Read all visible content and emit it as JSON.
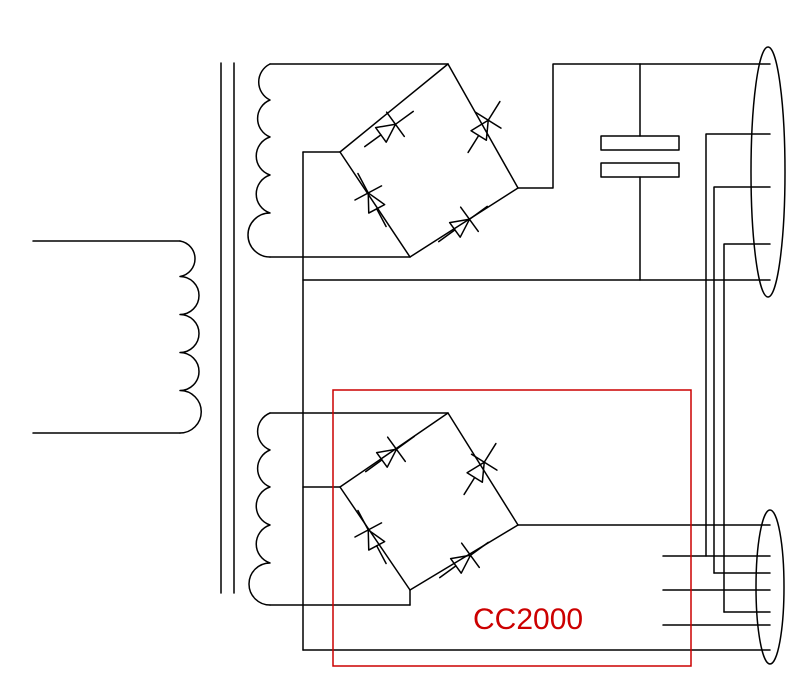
{
  "diagram": {
    "module_label": "CC2000",
    "colors": {
      "wire": "#000000",
      "background": "#ffffff",
      "highlight_box": "#cc0000",
      "label": "#cc0000"
    },
    "components": [
      "primary-winding",
      "transformer-core",
      "secondary-winding-upper",
      "secondary-winding-lower",
      "bridge-rectifier-upper",
      "bridge-rectifier-lower",
      "filter-capacitor",
      "connector-upper",
      "connector-lower"
    ]
  }
}
